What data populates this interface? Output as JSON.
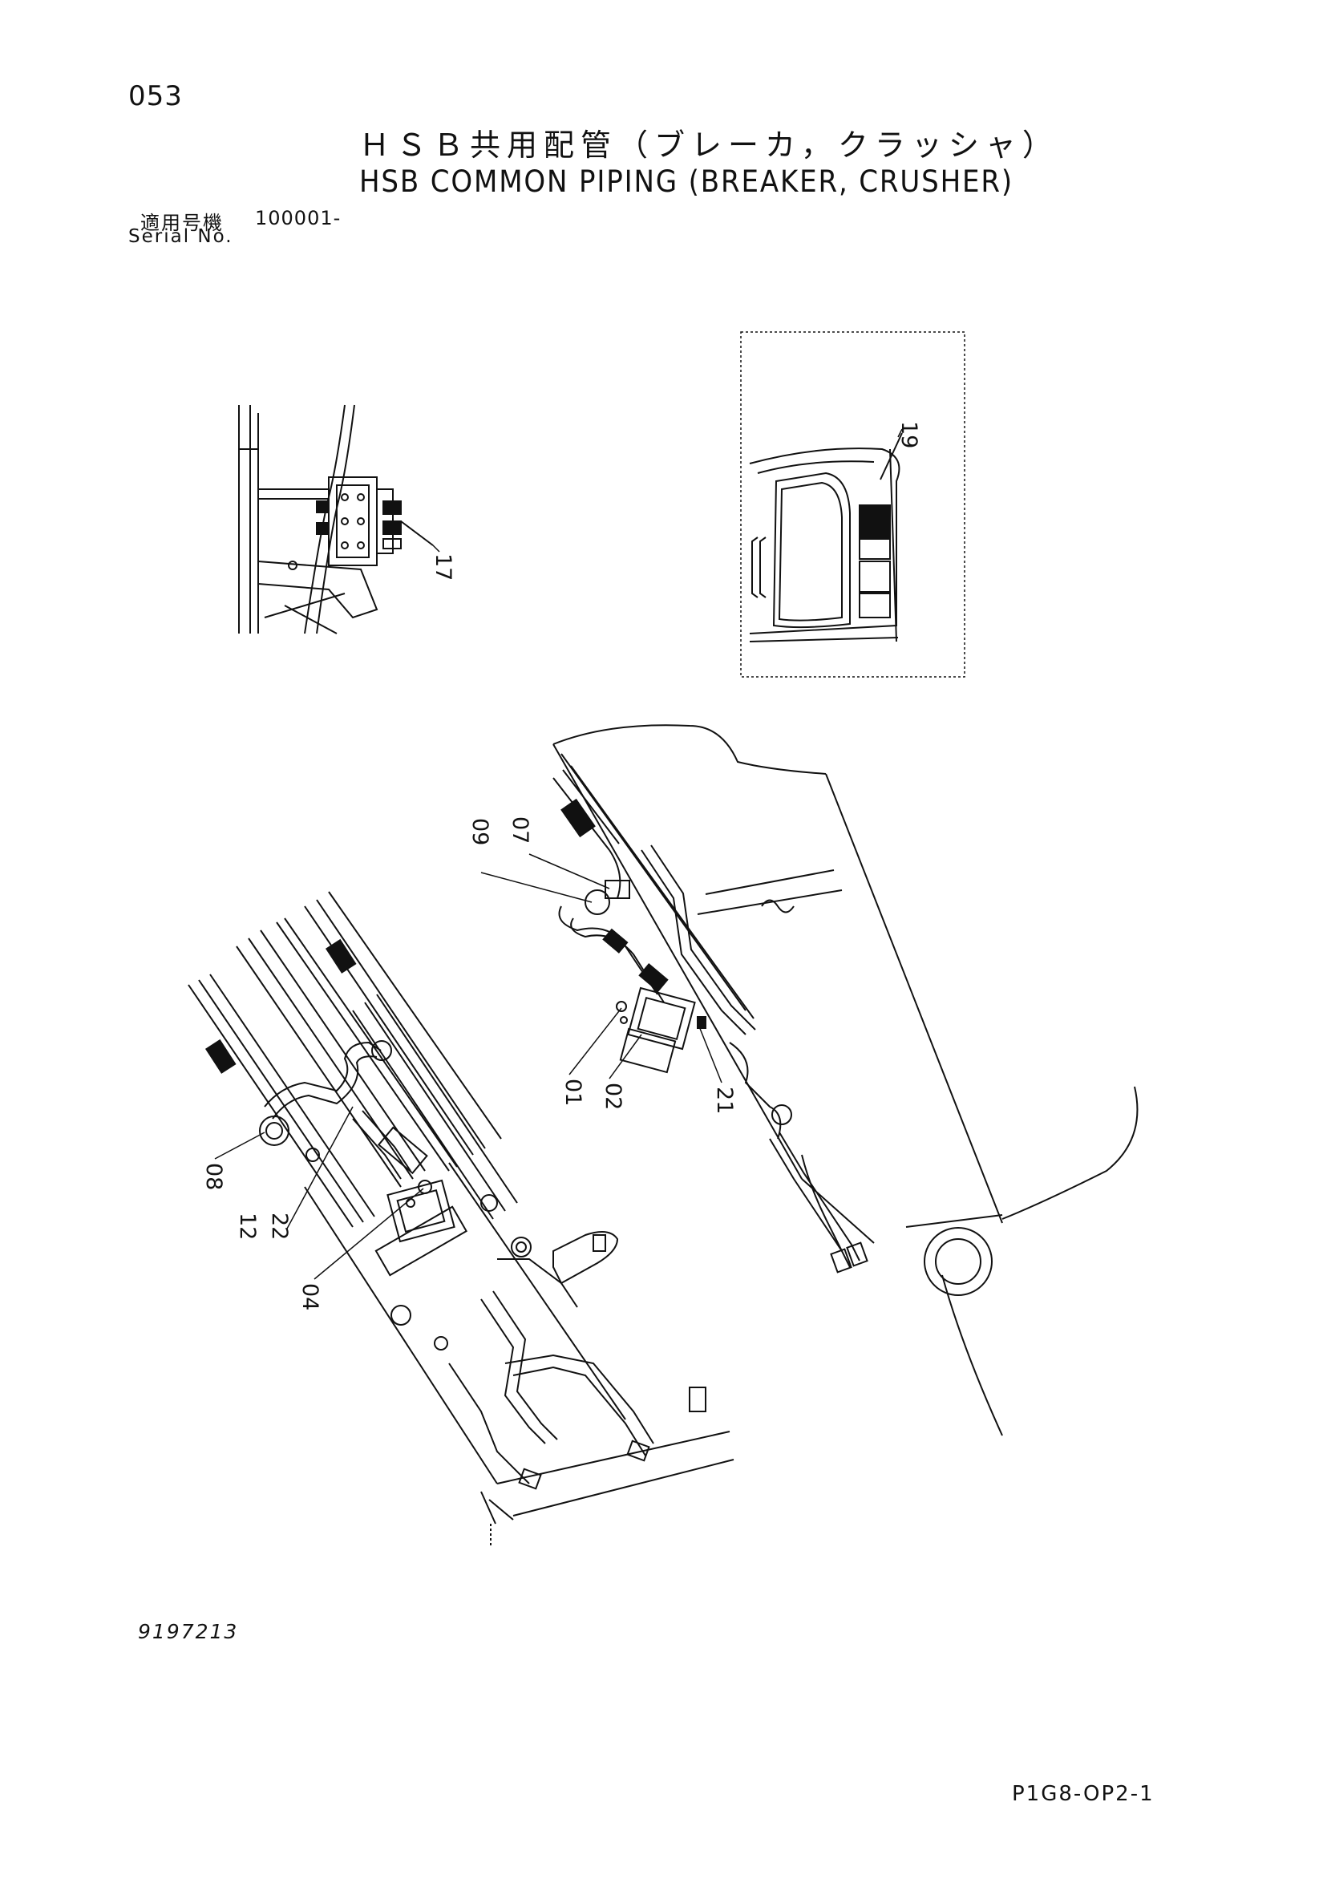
{
  "header": {
    "page_number": "053",
    "title_jp": "ＨＳＢ共用配管（ブレーカ，クラッシャ）",
    "title_en": "HSB COMMON PIPING (BREAKER, CRUSHER)"
  },
  "serial": {
    "label_jp": "適用号機",
    "value": "100001-",
    "label_en": "Serial No."
  },
  "callouts": [
    "01",
    "02",
    "04",
    "07",
    "08",
    "09",
    "12",
    "17",
    "19",
    "21",
    "22"
  ],
  "footer": {
    "drawing_number": "9197213",
    "sheet_id": "P1G8-OP2-1"
  }
}
